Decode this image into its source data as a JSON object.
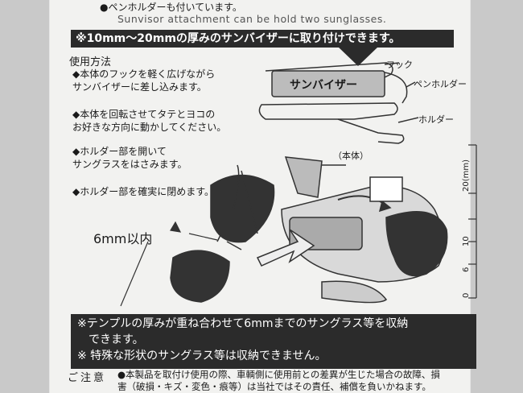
{
  "top": {
    "line1": "●ペンホルダーも付いています。",
    "line2": "Sunvisor attachment can be hold two sunglasses."
  },
  "banner": "※10mm～20mmの厚みのサンバイザーに取り付けできます。",
  "usage": {
    "title": "使用方法",
    "steps": [
      [
        "◆本体のフックを軽く広げながら",
        "サンバイザーに差し込みます。"
      ],
      [
        "◆本体を回転させてタテとヨコの",
        "お好きな方向に動かしてください。"
      ],
      [
        "◆ホルダー部を開いて",
        "サングラスをはさみます。"
      ],
      [
        "◆ホルダー部を確実に閉めます。"
      ]
    ]
  },
  "diagram": {
    "sunvisor": "サンバイザー",
    "hook": "フック",
    "pen_holder": "ペンホルダー",
    "holder": "ホルダー",
    "body": "（本体）",
    "six_mm": "6mm以内",
    "ruler": [
      "0",
      "6",
      "10",
      "20(mm)"
    ]
  },
  "notice": [
    "※テンプルの厚みが重ね合わせて6mmまでのサングラス等を収納",
    "　できます。",
    "※ 特殊な形状のサングラス等は収納できません。"
  ],
  "caution": {
    "title": "ご注意",
    "lines": [
      "●本製品を取付け使用の際、車輌側に使用前との差異が生じた場合の故障、損",
      "害（破損・キズ・変色・痕等）は当社ではその責任、補償を負いかねます。"
    ]
  }
}
